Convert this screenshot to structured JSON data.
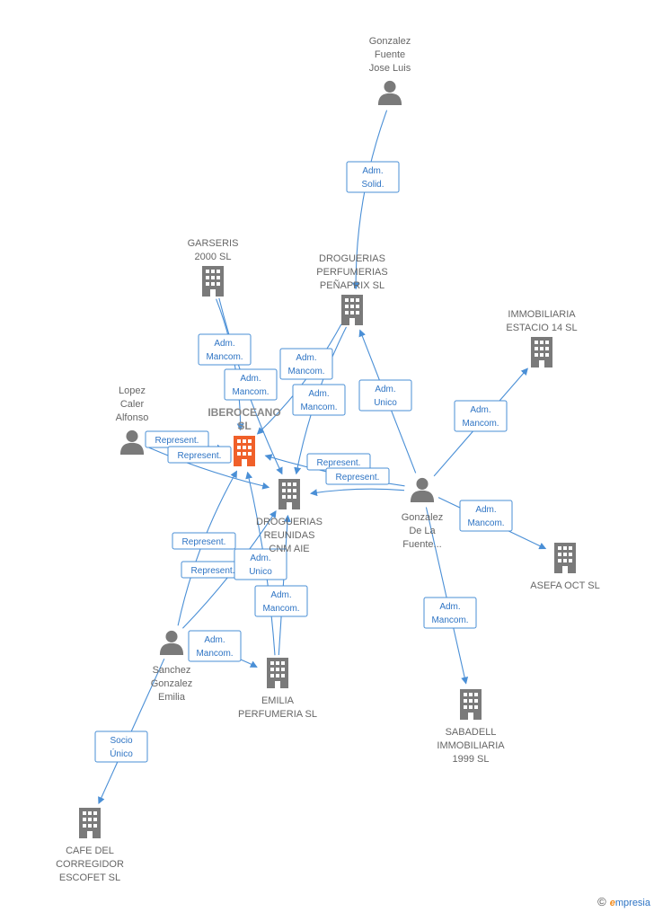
{
  "nodes": [
    {
      "id": "gonzalez_jose",
      "type": "person",
      "lines": [
        "Gonzalez",
        "Fuente",
        "Jose Luis"
      ],
      "label_pos": "above"
    },
    {
      "id": "droguerias_penaprix",
      "type": "company",
      "lines": [
        "DROGUERIAS",
        "PERFUMERIAS",
        "PEÑAPRIX SL"
      ],
      "label_pos": "above"
    },
    {
      "id": "garseris",
      "type": "company",
      "lines": [
        "GARSERIS",
        "2000  SL"
      ],
      "label_pos": "above"
    },
    {
      "id": "immobiliaria_estacio",
      "type": "company",
      "lines": [
        "IMMOBILIARIA",
        "ESTACIO 14 SL"
      ],
      "label_pos": "above"
    },
    {
      "id": "lopez_caler",
      "type": "person",
      "lines": [
        "Lopez",
        "Caler",
        "Alfonso"
      ],
      "label_pos": "above"
    },
    {
      "id": "iberoceano",
      "type": "company",
      "focus": true,
      "lines": [
        "IBEROCEANO",
        "SL"
      ],
      "label_pos": "above"
    },
    {
      "id": "droguerias_reunidas",
      "type": "company",
      "lines": [
        "DROGUERIAS",
        "REUNIDAS",
        "CNM AIE"
      ],
      "label_pos": "below"
    },
    {
      "id": "gonzalez_de_la",
      "type": "person",
      "lines": [
        "Gonzalez",
        "De La",
        "Fuente..."
      ],
      "label_pos": "below"
    },
    {
      "id": "asefa",
      "type": "company",
      "lines": [
        "ASEFA OCT  SL"
      ],
      "label_pos": "below"
    },
    {
      "id": "sanchez",
      "type": "person",
      "lines": [
        "Sanchez",
        "Gonzalez",
        "Emilia"
      ],
      "label_pos": "below"
    },
    {
      "id": "emilia_perfumeria",
      "type": "company",
      "lines": [
        "EMILIA",
        "PERFUMERIA SL"
      ],
      "label_pos": "below"
    },
    {
      "id": "sabadell",
      "type": "company",
      "lines": [
        "SABADELL",
        "IMMOBILIARIA",
        "1999 SL"
      ],
      "label_pos": "below"
    },
    {
      "id": "cafe_corregidor",
      "type": "company",
      "lines": [
        "CAFE DEL",
        "CORREGIDOR",
        "ESCOFET  SL"
      ],
      "label_pos": "below"
    }
  ],
  "edges": [
    {
      "from": "gonzalez_jose",
      "to": "droguerias_penaprix",
      "label": [
        "Adm.",
        "Solid."
      ]
    },
    {
      "from": "garseris",
      "to": "iberoceano",
      "label": [
        "Adm.",
        "Mancom."
      ]
    },
    {
      "from": "garseris",
      "to": "droguerias_reunidas",
      "label": [
        "Adm.",
        "Mancom."
      ]
    },
    {
      "from": "droguerias_penaprix",
      "to": "iberoceano",
      "label": [
        "Adm.",
        "Mancom."
      ]
    },
    {
      "from": "droguerias_penaprix",
      "to": "droguerias_reunidas",
      "label": [
        "Adm.",
        "Mancom."
      ]
    },
    {
      "from": "gonzalez_de_la",
      "to": "droguerias_penaprix",
      "label": [
        "Adm.",
        "Unico"
      ]
    },
    {
      "from": "gonzalez_de_la",
      "to": "immobiliaria_estacio",
      "label": [
        "Adm.",
        "Mancom."
      ]
    },
    {
      "from": "lopez_caler",
      "to": "iberoceano",
      "label": [
        "Represent."
      ]
    },
    {
      "from": "lopez_caler",
      "to": "droguerias_reunidas",
      "label": [
        "Represent."
      ]
    },
    {
      "from": "gonzalez_de_la",
      "to": "iberoceano",
      "label": [
        "Represent."
      ]
    },
    {
      "from": "gonzalez_de_la",
      "to": "droguerias_reunidas",
      "label": [
        "Represent."
      ]
    },
    {
      "from": "gonzalez_de_la",
      "to": "asefa",
      "label": [
        "Adm.",
        "Mancom."
      ]
    },
    {
      "from": "gonzalez_de_la",
      "to": "sabadell",
      "label": [
        "Adm.",
        "Mancom."
      ]
    },
    {
      "from": "sanchez",
      "to": "iberoceano",
      "label": [
        "Represent."
      ]
    },
    {
      "from": "sanchez",
      "to": "droguerias_reunidas",
      "label": [
        "Represent."
      ]
    },
    {
      "from": "sanchez",
      "to": "emilia_perfumeria",
      "label": [
        "Adm.",
        "Unico"
      ]
    },
    {
      "from": "emilia_perfumeria",
      "to": "iberoceano",
      "label": [
        "Adm.",
        "Mancom."
      ]
    },
    {
      "from": "emilia_perfumeria",
      "to": "droguerias_reunidas",
      "label": [
        "Adm.",
        "Mancom."
      ]
    },
    {
      "from": "sanchez",
      "to": "cafe_corregidor",
      "label": [
        "Socio",
        "Único"
      ]
    }
  ],
  "colors": {
    "edge": "#4a8fd6",
    "icon": "#7a7a7a",
    "focus": "#f0602a",
    "text": "#666666"
  },
  "brand": {
    "copyright": "©",
    "name_e": "e",
    "name_rest": "mpresia"
  }
}
